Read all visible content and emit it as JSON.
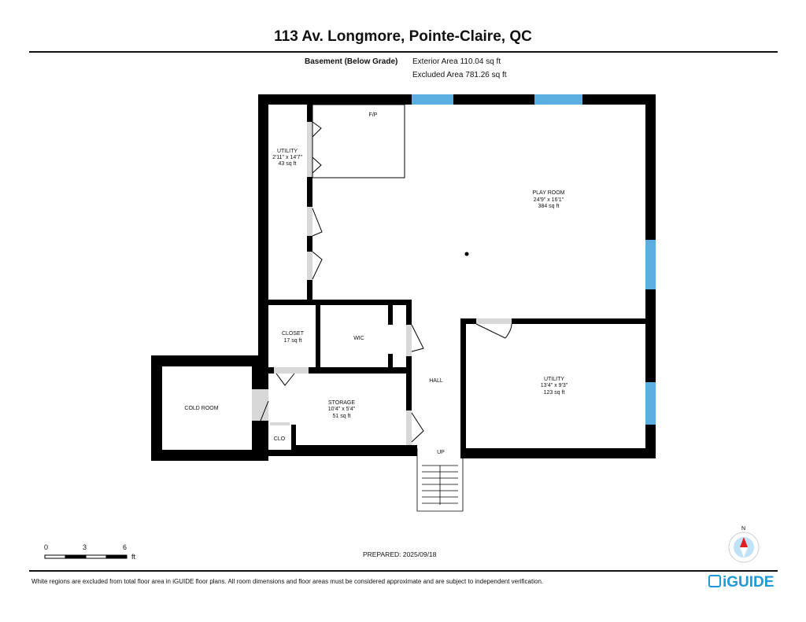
{
  "title": "113 Av. Longmore, Pointe-Claire, QC",
  "floor": {
    "name": "Basement (Below Grade)",
    "exterior_area": "Exterior Area 110.04 sq ft",
    "excluded_area": "Excluded Area 781.26 sq ft"
  },
  "rooms": {
    "utility1": {
      "name": "UTILITY",
      "dims": "2'11\" x 14'7\"",
      "area": "43 sq ft"
    },
    "fp": {
      "name": "F/P"
    },
    "play": {
      "name": "PLAY ROOM",
      "dims": "24'9\" x 16'1\"",
      "area": "384 sq ft"
    },
    "closet": {
      "name": "CLOSET",
      "area": "17 sq ft"
    },
    "wic": {
      "name": "WIC"
    },
    "hall": {
      "name": "HALL"
    },
    "utility2": {
      "name": "UTILITY",
      "dims": "13'4\" x 9'3\"",
      "area": "123 sq ft"
    },
    "storage": {
      "name": "STORAGE",
      "dims": "10'4\" x 5'4\"",
      "area": "51 sq ft"
    },
    "cold": {
      "name": "COLD ROOM"
    },
    "clo": {
      "name": "CLO"
    },
    "up": {
      "name": "UP"
    }
  },
  "scale": {
    "ticks": [
      "0",
      "3",
      "6"
    ],
    "unit": "ft"
  },
  "prepared": "PREPARED: 2025/09/18",
  "compass": {
    "label": "N"
  },
  "disclaimer": "White regions are excluded from total floor area in iGUIDE floor plans. All room dimensions and floor areas must be considered approximate and are subject to independent verification.",
  "logo": "iGUIDE",
  "colors": {
    "wall": "#000000",
    "window": "#5aaee0",
    "door": "#d8d8d8",
    "brand": "#1e9ad6"
  }
}
